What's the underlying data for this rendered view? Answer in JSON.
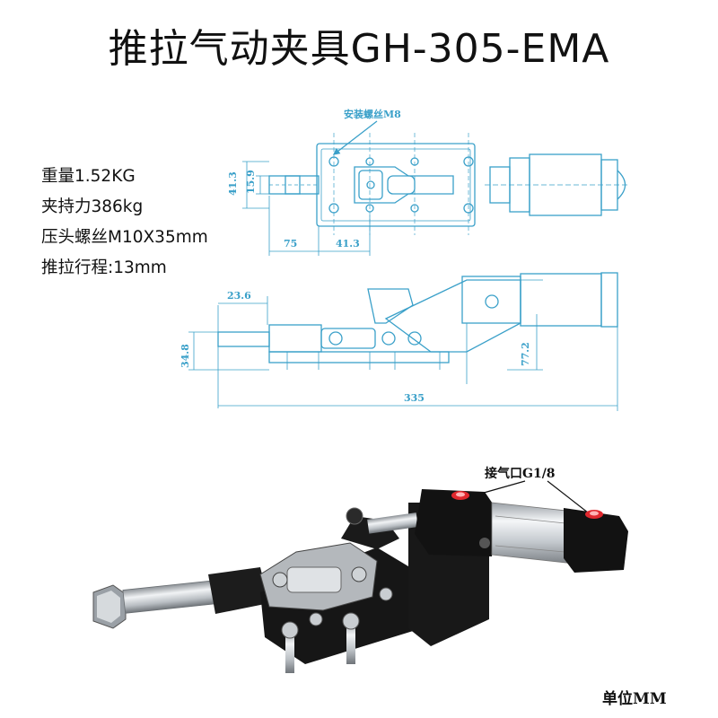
{
  "title": "推拉气动夹具GH-305-EMA",
  "specs": [
    "重量1.52KG",
    "夹持力386kg",
    "压头螺丝M10X35mm",
    "推拉行程:13mm"
  ],
  "top_view": {
    "mount_screw_label": "安装螺丝M8",
    "dim_height_outer": "41.3",
    "dim_height_inner": "15.9",
    "dim_length_left": "75",
    "dim_length_right": "41.3"
  },
  "side_view": {
    "dim_top": "23.6",
    "dim_height_left": "34.8",
    "dim_height_right": "77.2",
    "dim_total": "335"
  },
  "photo": {
    "port_label": "接气口G1/8"
  },
  "unit_label": "单位MM",
  "colors": {
    "drawing_line": "#3aa0c9",
    "metal_black": "#1a1a1a",
    "steel": "#c8ccd0",
    "port_red": "#e0282e"
  }
}
